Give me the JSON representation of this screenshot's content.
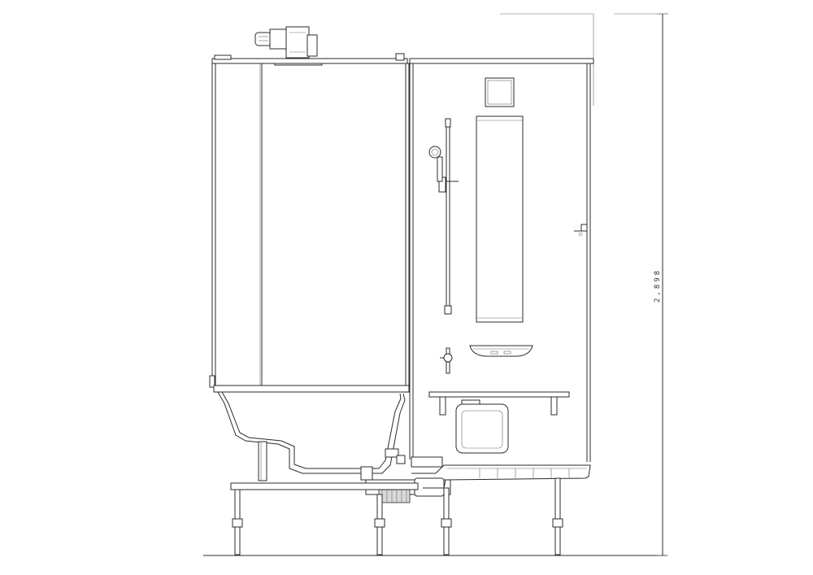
{
  "drawing": {
    "type": "bathroom unit elevation",
    "line_color": "#2b2b2b",
    "background": "#ffffff"
  },
  "dimension": {
    "height_label": "2,898"
  },
  "components": [
    "ventilation-fan",
    "ceiling-panel",
    "wall-panel-left",
    "wall-panel-right",
    "access-hatch",
    "shower-slide-bar",
    "shower-head",
    "mirror",
    "soap-dish-shelf",
    "mixer-faucet",
    "counter-shelf",
    "bucket",
    "towel-hook",
    "bathtub",
    "drain-trap",
    "floor-pan",
    "support-legs"
  ]
}
